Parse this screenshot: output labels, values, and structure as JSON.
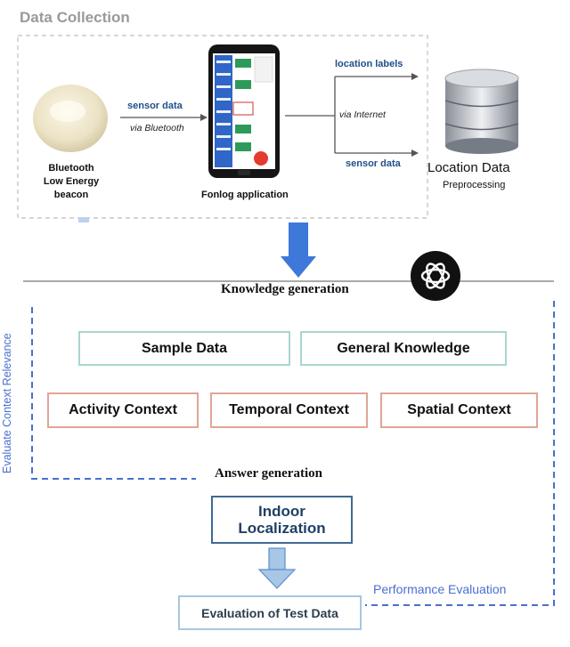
{
  "data_collection": {
    "title": "Data Collection",
    "beacon_label": [
      "Bluetooth",
      "Low Energy",
      "beacon"
    ],
    "sensor_data_top": "sensor data",
    "via_bluetooth": "via Bluetooth",
    "fonlog_label": "Fonlog application",
    "location_labels": "location labels",
    "via_internet": "via Internet",
    "sensor_data_bottom": "sensor data",
    "location_data": "Location Data",
    "preprocessing": "Preprocessing"
  },
  "knowledge": {
    "title": "Knowledge generation",
    "sample_data": "Sample Data",
    "general_knowledge": "General Knowledge",
    "activity_context": "Activity Context",
    "temporal_context": "Temporal Context",
    "spatial_context": "Spatial Context",
    "evaluate_context": "Evaluate Context Relevance"
  },
  "answer": {
    "title": "Answer generation",
    "indoor_localization": [
      "Indoor",
      "Localization"
    ],
    "evaluation_test_data": "Evaluation of Test Data",
    "performance_evaluation": "Performance Evaluation"
  },
  "colors": {
    "teal_border": "#a9d6cf",
    "salmon_border": "#e1a596",
    "steel_border": "#3f6a94",
    "dashed_blue": "#4a6fd1",
    "arrow_blue": "#3e78d8",
    "label_blue": "#1f4f8a"
  },
  "icons": [
    "bluetooth-beacon-icon",
    "smartphone-icon",
    "database-icon",
    "openai-logo-icon",
    "down-arrow-icon"
  ]
}
